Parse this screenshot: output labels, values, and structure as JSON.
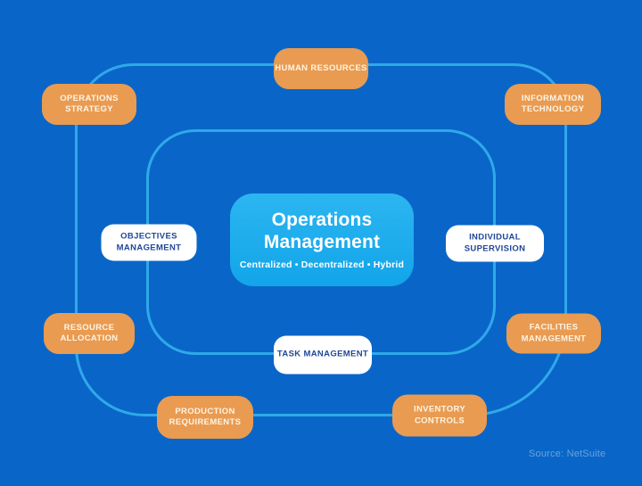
{
  "diagram_title": "Operations Management",
  "center": {
    "title": "Operations Management",
    "subtitle": "Centralized • Decentralized • Hybrid"
  },
  "outer_nodes": [
    {
      "id": "human-resources",
      "label": "HUMAN RESOURCES"
    },
    {
      "id": "operations-strategy",
      "label": "OPERATIONS STRATEGY"
    },
    {
      "id": "information-technology",
      "label": "INFORMATION TECHNOLOGY"
    },
    {
      "id": "resource-allocation",
      "label": "RESOURCE ALLOCATION"
    },
    {
      "id": "facilities-management",
      "label": "FACILITIES MANAGEMENT"
    },
    {
      "id": "production-requirements",
      "label": "PRODUCTION REQUIREMENTS"
    },
    {
      "id": "inventory-controls",
      "label": "INVENTORY CONTROLS"
    }
  ],
  "inner_nodes": [
    {
      "id": "objectives-management",
      "label": "OBJECTIVES MANAGEMENT"
    },
    {
      "id": "individual-supervision",
      "label": "INDIVIDUAL SUPERVISION"
    },
    {
      "id": "task-management",
      "label": "TASK MANAGEMENT"
    }
  ],
  "source": "Source: NetSuite",
  "colors": {
    "background": "#0966C8",
    "line": "#2FA9E9",
    "node_orange": "#E99B51",
    "node_white": "#FFFFFF",
    "center_cyan": "#17ABEC",
    "navy_text": "#1F4797",
    "source_text": "#6BA2DC"
  }
}
